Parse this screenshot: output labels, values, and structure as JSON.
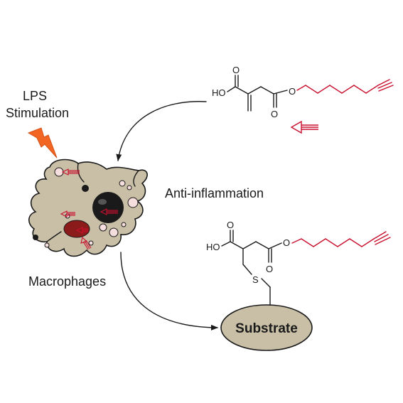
{
  "labels": {
    "lps_line1": "LPS",
    "lps_line2": "Stimulation",
    "anti_inflammation": "Anti-inflammation",
    "macrophages": "Macrophages",
    "substrate": "Substrate"
  },
  "molecule_top": {
    "ho": "HO",
    "o_acid": "O",
    "o_ester_carbonyl": "O",
    "o_ester": "O"
  },
  "molecule_bottom": {
    "ho": "HO",
    "o_acid": "O",
    "o_ester_carbonyl": "O",
    "o_ester": "O",
    "s": "S"
  },
  "colors": {
    "cell_fill": "#c8bfa6",
    "substrate_fill": "#c8bfa6",
    "probe_red": "#c8102e",
    "lightning": "#f26522",
    "nucleus": "#1a1a1a",
    "organelle_dark_red": "#8b1a1a",
    "vesicle_pink": "#f6dede"
  },
  "icons": [
    "lightning-icon",
    "alkyne-probe-icon"
  ]
}
